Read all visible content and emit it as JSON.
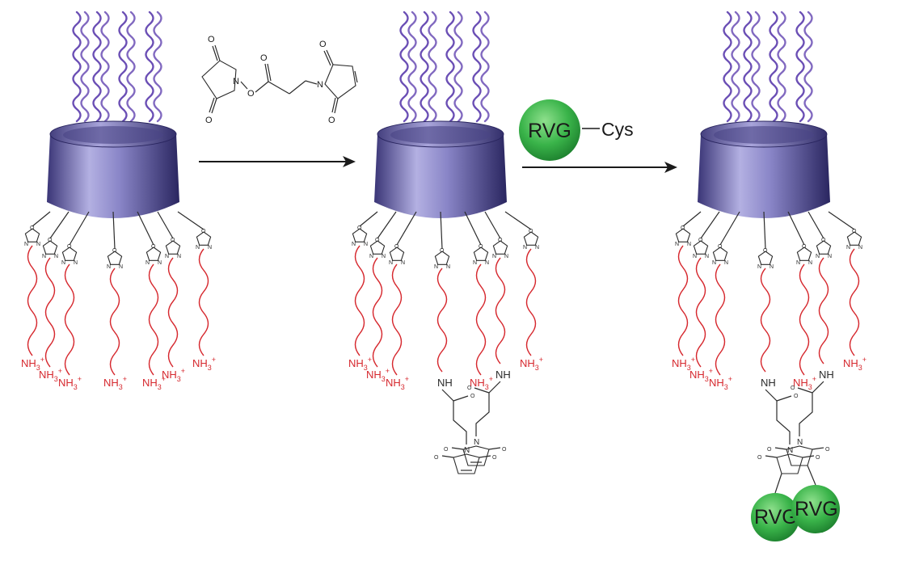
{
  "labels": {
    "amine": "NH",
    "amine_sub": "3",
    "amine_sup": "+",
    "amide_nh": "NH",
    "rvg": "RVG",
    "cys": "Cys",
    "oxygen": "O",
    "nitrogen": "N"
  },
  "colors": {
    "cyclodextrin_dark": "#3a3577",
    "cyclodextrin_light": "#b3b0e2",
    "peg_chain": "#6b4fb5",
    "amine_chain": "#d6282e",
    "rvg_green": "#3ab44a",
    "bond": "#2b2b2b"
  },
  "panels": [
    {
      "id": "cd-amine",
      "modified_arms": []
    },
    {
      "id": "cd-maleimide",
      "modified_arms": [
        3,
        5
      ]
    },
    {
      "id": "cd-rvg",
      "modified_arms": [
        3,
        5
      ]
    }
  ],
  "steps": [
    {
      "id": "step-1-maleimide-linker",
      "reagent": "NHS-maleimide linker"
    },
    {
      "id": "step-2-rvg-cys",
      "reagent": "RVG-Cys"
    }
  ]
}
